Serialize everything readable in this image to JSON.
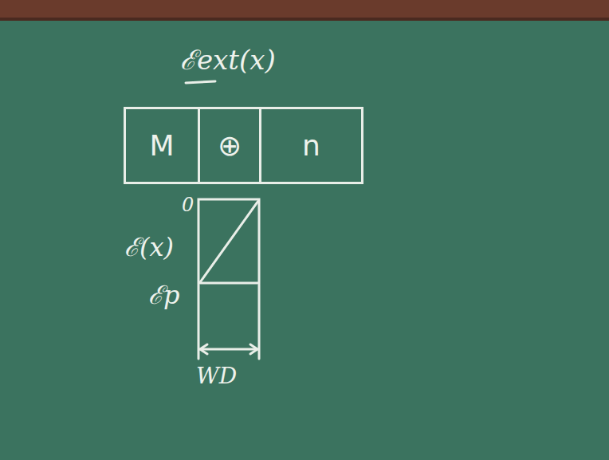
{
  "diagram": {
    "nodes": [
      {
        "text": [
          "M"
        ]
      },
      {
        "text": [
          "⊕"
        ]
      },
      {
        "text": [
          "n"
        ]
      }
    ],
    "labels": [
      "ℰext(x)",
      "0",
      "ℰ(x)",
      "ℰp",
      "WD"
    ]
  }
}
